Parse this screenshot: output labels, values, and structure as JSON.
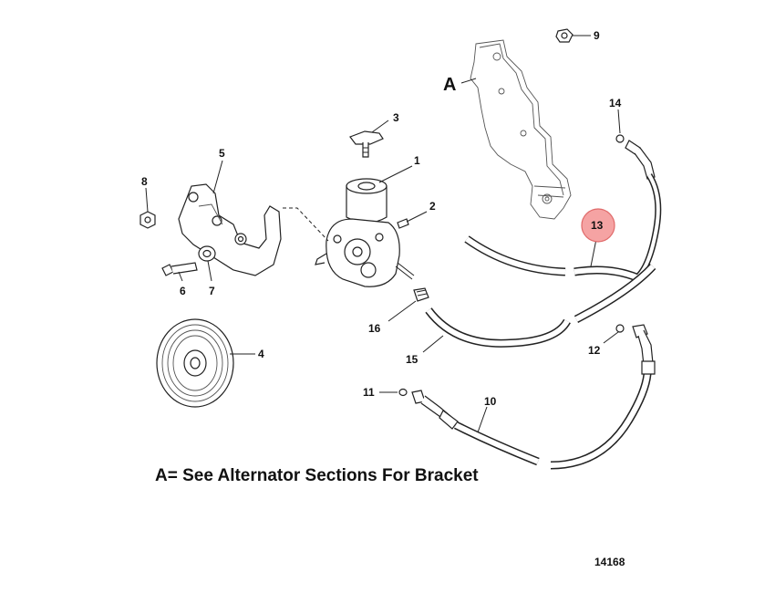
{
  "diagram": {
    "section_letter": "A",
    "caption": "A= See Alternator Sections For Bracket",
    "figure_number": "14168",
    "highlight_color": "#f5a3a3",
    "highlight_stroke": "#e06a6a",
    "callouts": {
      "c1": "1",
      "c2": "2",
      "c3": "3",
      "c4": "4",
      "c5": "5",
      "c6": "6",
      "c7": "7",
      "c8": "8",
      "c9": "9",
      "c10": "10",
      "c11": "11",
      "c12": "12",
      "c13": "13",
      "c14": "14",
      "c15": "15",
      "c16": "16"
    },
    "highlighted_callout": "13"
  }
}
